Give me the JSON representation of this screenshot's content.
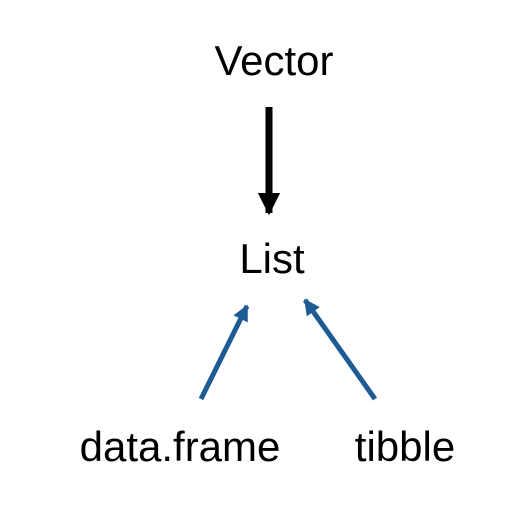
{
  "nodes": {
    "vector": "Vector",
    "list": "List",
    "data_frame": "data.frame",
    "tibble": "tibble"
  },
  "colors": {
    "text": "#000000",
    "arrow_black": "#000000",
    "arrow_blue": "#1d5b94"
  }
}
